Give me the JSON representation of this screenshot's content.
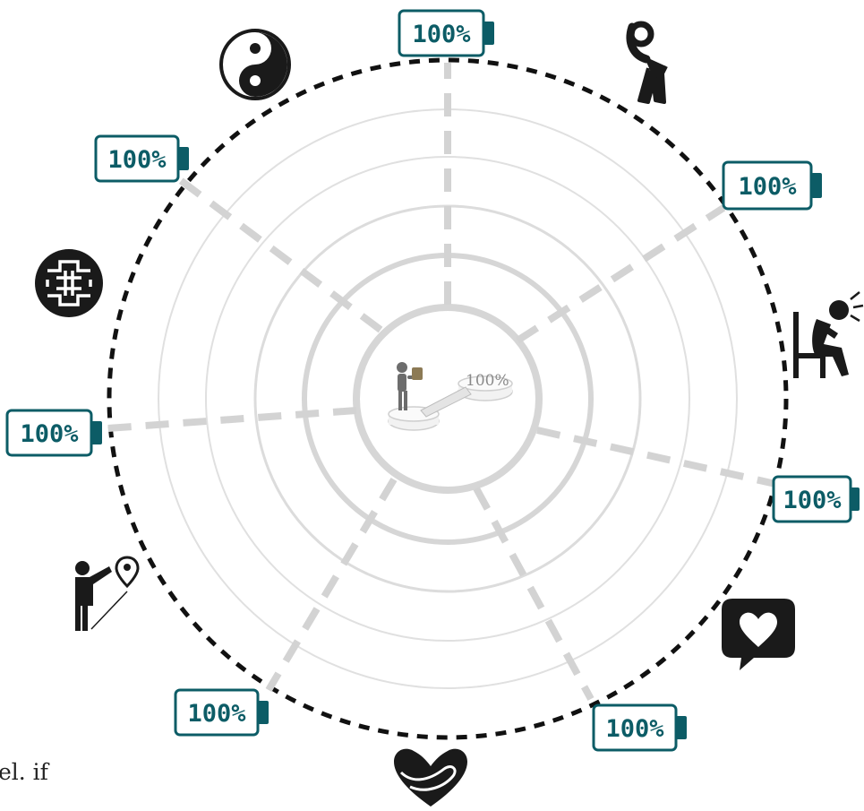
{
  "diagram": {
    "battery_labels": [
      "100%",
      "100%",
      "100%",
      "100%",
      "100%",
      "100%",
      "100%"
    ],
    "center_label": "100%",
    "edge_text": "el. if",
    "colors": {
      "battery": "#0c5c66",
      "ring": "#d6d6d6",
      "spoke": "#d0d0d0",
      "outer_ring": "#111111",
      "icon": "#1a1a1a"
    },
    "icons": [
      "yin-yang-icon",
      "stretching-person-icon",
      "stressed-person-icon",
      "heart-speech-bubble-icon",
      "self-hug-heart-icon",
      "person-pointing-location-icon",
      "chinese-knot-icon",
      "person-with-puzzle-icon"
    ]
  }
}
